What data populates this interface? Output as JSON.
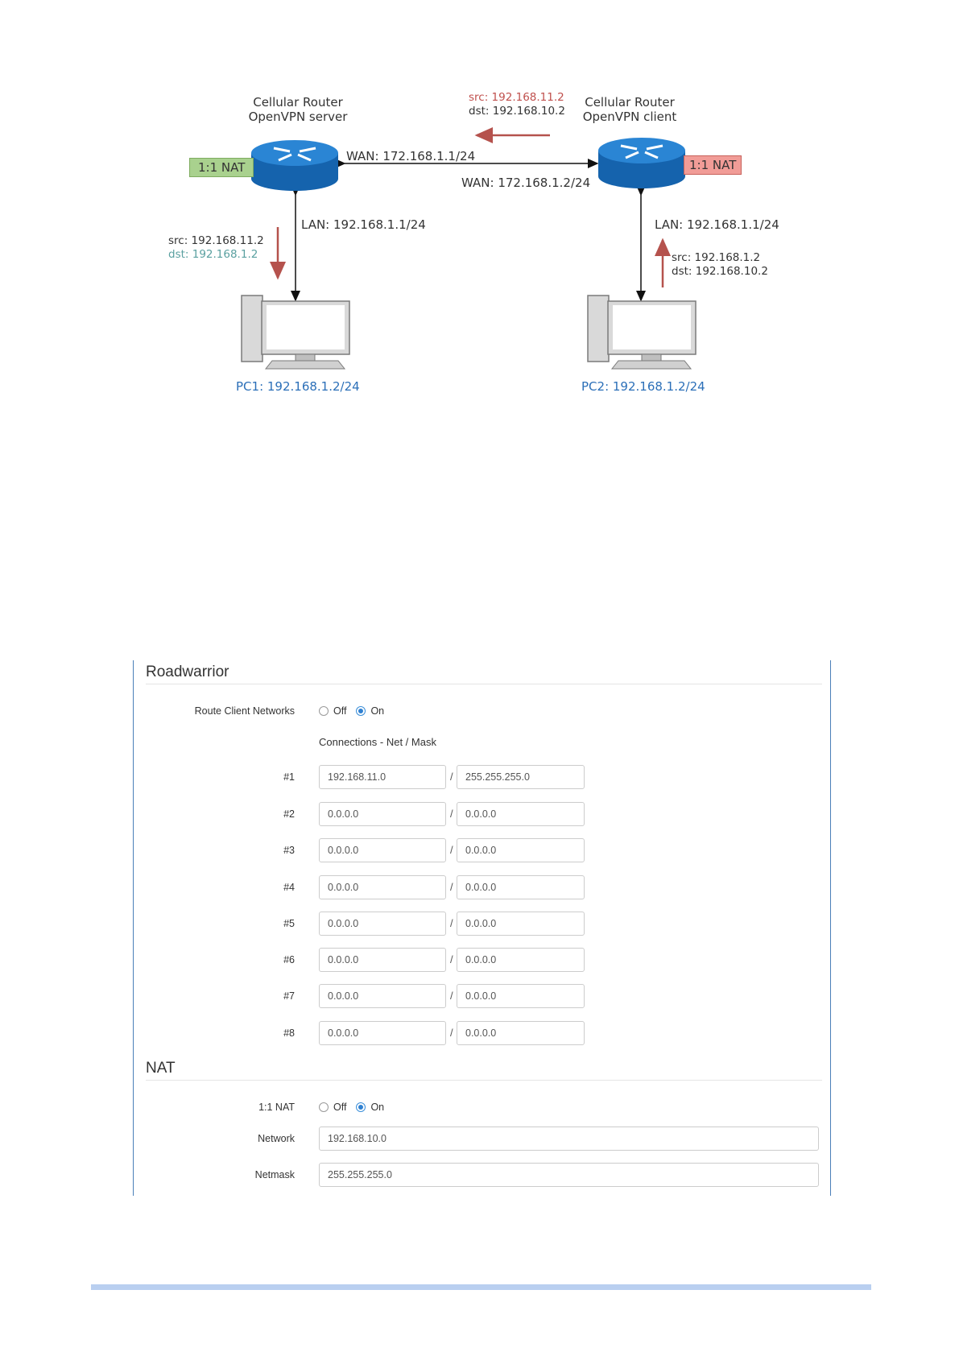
{
  "diagram": {
    "server_router_label_line1": "Cellular Router",
    "server_router_label_line2": "OpenVPN server",
    "client_router_label_line1": "Cellular Router",
    "client_router_label_line2": "OpenVPN client",
    "top_src": "src: 192.168.11.2",
    "top_dst": "dst: 192.168.10.2",
    "nat_server": "1:1 NAT",
    "nat_client": "1:1 NAT",
    "wan_server": "WAN: 172.168.1.1/24",
    "wan_client": "WAN: 172.168.1.2/24",
    "lan_left": "LAN: 192.168.1.1/24",
    "lan_right": "LAN: 192.168.1.1/24",
    "left_src": "src: 192.168.11.2",
    "left_dst": "dst: 192.168.1.2",
    "right_src": "src: 192.168.1.2",
    "right_dst": "dst: 192.168.10.2",
    "pc1": "PC1: 192.168.1.2/24",
    "pc2": "PC2: 192.168.1.2/24",
    "colors": {
      "router_blue": "#1f78c8",
      "arrow_red": "#b5524d",
      "nat_green": "#a9d18e",
      "nat_red": "#f19c97"
    }
  },
  "roadwarrior": {
    "title": "Roadwarrior",
    "route_label": "Route Client Networks",
    "off": "Off",
    "on": "On",
    "selected": "On",
    "connections_header": "Connections - Net / Mask",
    "connections": [
      {
        "label": "#1",
        "net": "192.168.11.0",
        "mask": "255.255.255.0"
      },
      {
        "label": "#2",
        "net": "0.0.0.0",
        "mask": "0.0.0.0"
      },
      {
        "label": "#3",
        "net": "0.0.0.0",
        "mask": "0.0.0.0"
      },
      {
        "label": "#4",
        "net": "0.0.0.0",
        "mask": "0.0.0.0"
      },
      {
        "label": "#5",
        "net": "0.0.0.0",
        "mask": "0.0.0.0"
      },
      {
        "label": "#6",
        "net": "0.0.0.0",
        "mask": "0.0.0.0"
      },
      {
        "label": "#7",
        "net": "0.0.0.0",
        "mask": "0.0.0.0"
      },
      {
        "label": "#8",
        "net": "0.0.0.0",
        "mask": "0.0.0.0"
      }
    ],
    "slash": "/"
  },
  "nat": {
    "title": "NAT",
    "nat_label": "1:1 NAT",
    "off": "Off",
    "on": "On",
    "selected": "On",
    "network_label": "Network",
    "network_value": "192.168.10.0",
    "netmask_label": "Netmask",
    "netmask_value": "255.255.255.0"
  }
}
